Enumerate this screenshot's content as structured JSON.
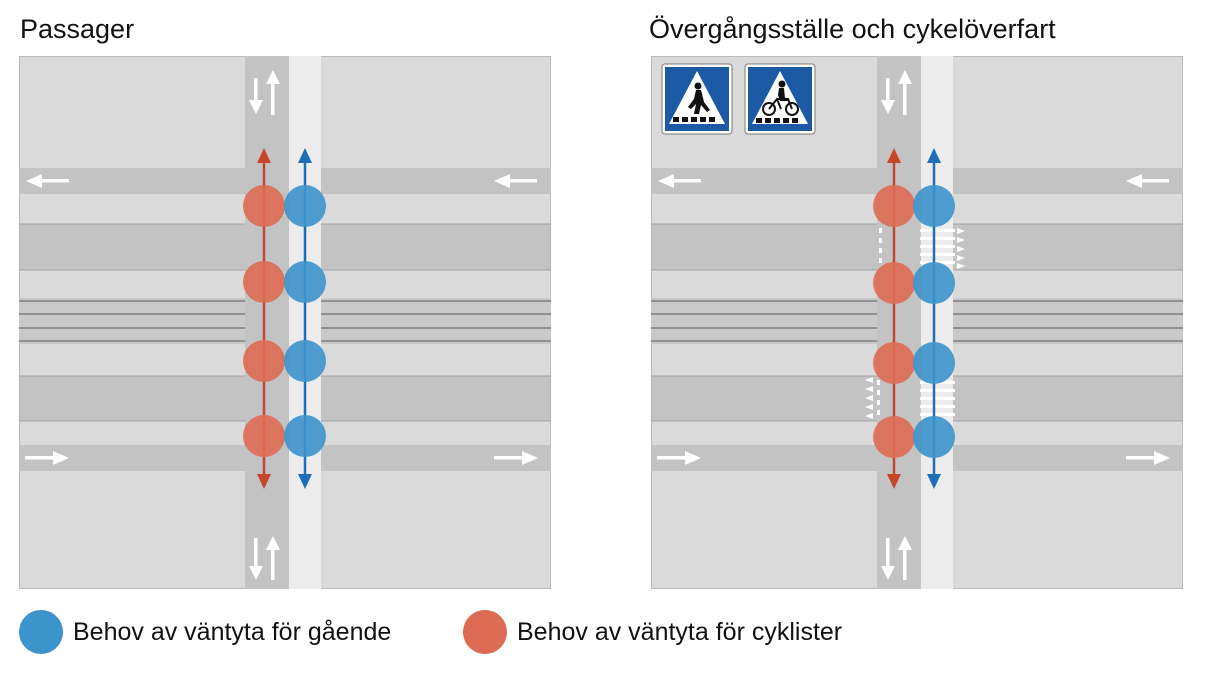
{
  "titles": {
    "left": "Passager",
    "right": "Övergångsställe och cykelöverfart"
  },
  "legend": {
    "pedestrian": "Behov av väntyta för gående",
    "cyclist": "Behov av väntyta för cyklister"
  },
  "signs": [
    "pedestrian-crossing-sign",
    "bicycle-crossing-sign"
  ],
  "colors": {
    "pedestrian": "#3d93cc",
    "pedestrian_arrow": "#1f6fb8",
    "cyclist": "#dd6b53",
    "cyclist_arrow": "#c6462c",
    "sign_blue": "#1d5aa6"
  }
}
